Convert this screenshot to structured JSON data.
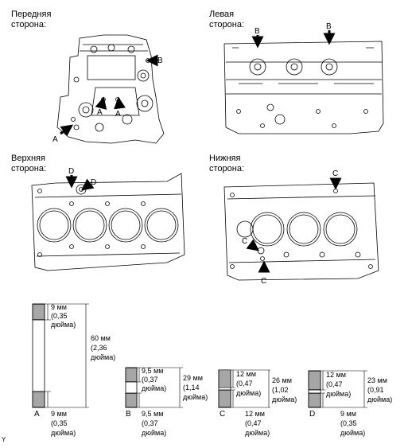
{
  "views": {
    "front": {
      "title": "Передняя\nсторона:"
    },
    "left": {
      "title": "Левая\nсторона:"
    },
    "top": {
      "title": "Верхняя\nсторона:"
    },
    "bottom": {
      "title": "Нижняя\nсторона:"
    }
  },
  "callouts": {
    "front": [
      "A",
      "A",
      "A",
      "B"
    ],
    "left": [
      "B",
      "B"
    ],
    "top": [
      "D",
      "D"
    ],
    "bottom": [
      "C",
      "C",
      "C"
    ]
  },
  "bolts": [
    {
      "id": "A",
      "label": "A",
      "top_thread": "9 мм",
      "top_thread_in_a": "(0,35",
      "top_thread_in_b": "дюйма)",
      "length": "60 мм",
      "length_in_a": "(2,36",
      "length_in_b": "дюйма)",
      "bottom_thread": "9 мм",
      "bottom_thread_in_a": "(0,35",
      "bottom_thread_in_b": "дюйма)"
    },
    {
      "id": "B",
      "label": "B",
      "top_thread": "9,5 мм",
      "top_thread_in_a": "(0,37",
      "top_thread_in_b": "дюйма)",
      "length": "29 мм",
      "length_in_a": "(1,14",
      "length_in_b": "дюйма)",
      "bottom_thread": "9,5 мм",
      "bottom_thread_in_a": "(0,37",
      "bottom_thread_in_b": "дюйма)"
    },
    {
      "id": "C",
      "label": "C",
      "top_thread": "12 мм",
      "top_thread_in_a": "(0,47",
      "top_thread_in_b": "дюйма)",
      "length": "26 мм",
      "length_in_a": "(1,02",
      "length_in_b": "дюйма)",
      "bottom_thread": "12 мм",
      "bottom_thread_in_a": "(0,47",
      "bottom_thread_in_b": "дюйма)"
    },
    {
      "id": "D",
      "label": "D",
      "top_thread": "12 мм",
      "top_thread_in_a": "(0,47",
      "top_thread_in_b": "дюйма)",
      "length": "23 мм",
      "length_in_a": "(0,91",
      "length_in_b": "дюйма)",
      "bottom_thread": "9 мм",
      "bottom_thread_in_a": "(0,35",
      "bottom_thread_in_b": "дюйма)"
    }
  ],
  "footer": "Y"
}
